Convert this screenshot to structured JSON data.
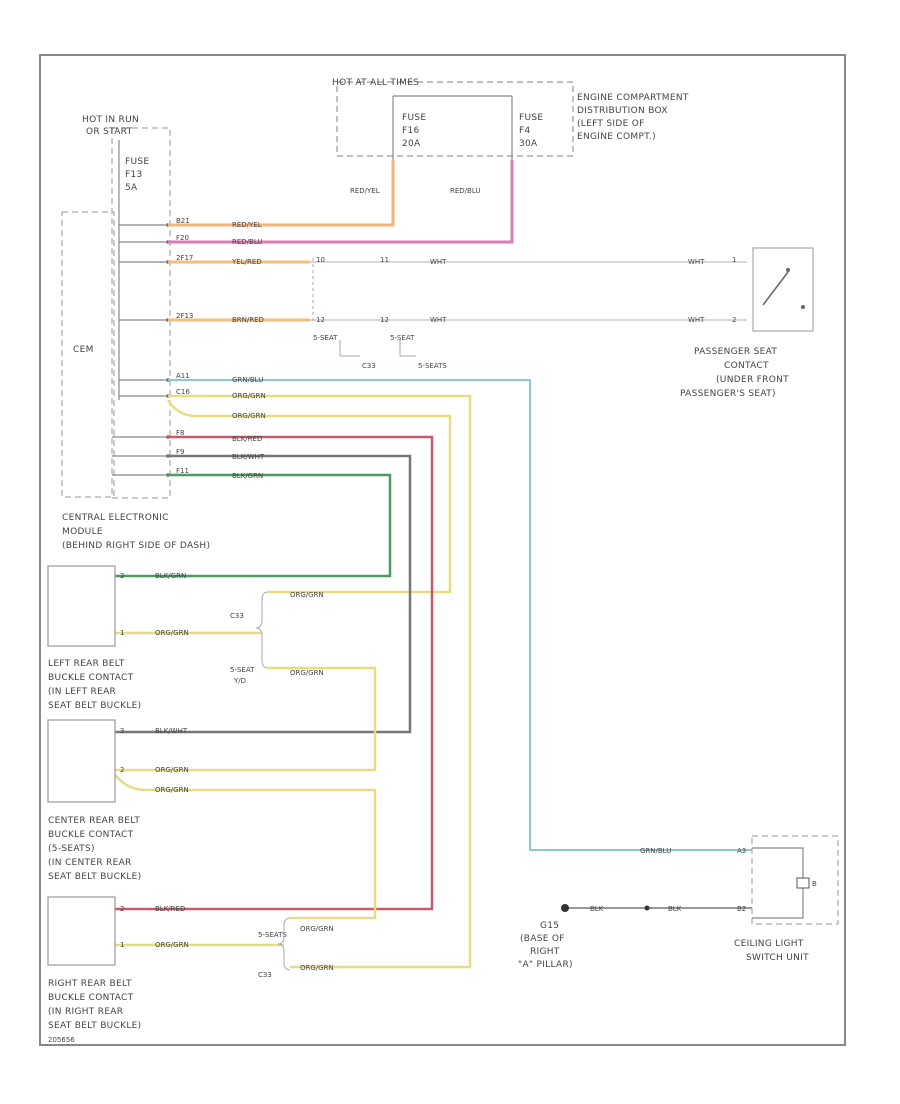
{
  "colors": {
    "red_yel": "#f7b47a",
    "red_blu": "#e07ab8",
    "yel_red": "#f2c07c",
    "brn_red": "#f2bd80",
    "wht": "#cccccc",
    "grn_blu": "#7fbfa3",
    "org_grn": "#e6dc84",
    "blk_red": "#c85a6a",
    "blk_wht": "#777777",
    "blk_grn": "#4c9a62",
    "yel_blu": "#8cc7d6",
    "outline": "#888888"
  },
  "components": {
    "hot_in_run": [
      "HOT IN RUN",
      "OR START"
    ],
    "fuse_f13": [
      "FUSE",
      "F13",
      "5A"
    ],
    "cem_box": "CEM",
    "cem_caption": [
      "CENTRAL ELECTRONIC",
      "MODULE",
      "(BEHIND RIGHT SIDE OF DASH)"
    ],
    "hot_at_all_times": "HOT AT ALL TIMES",
    "fuse_f16": [
      "FUSE",
      "F16",
      "20A"
    ],
    "fuse_f4": [
      "FUSE",
      "F4",
      "30A"
    ],
    "engine_box": [
      "ENGINE COMPARTMENT",
      "DISTRIBUTION BOX",
      "(LEFT SIDE OF",
      "ENGINE COMPT.)"
    ],
    "passenger_seat": [
      "PASSENGER SEAT",
      "CONTACT",
      "(UNDER FRONT",
      "PASSENGER'S SEAT)"
    ],
    "left_rear": [
      "LEFT REAR BELT",
      "BUCKLE CONTACT",
      "(IN LEFT REAR",
      "SEAT BELT BUCKLE)"
    ],
    "center_rear": [
      "CENTER REAR BELT",
      "BUCKLE CONTACT",
      "(5-SEATS)",
      "(IN CENTER REAR",
      "SEAT BELT BUCKLE)"
    ],
    "right_rear": [
      "RIGHT REAR BELT",
      "BUCKLE CONTACT",
      "(IN RIGHT REAR",
      "SEAT BELT BUCKLE)"
    ],
    "ground_g15": [
      "G15",
      "(BASE OF",
      "RIGHT",
      "\"A\" PILLAR)"
    ],
    "ceiling_light": [
      "CEILING LIGHT",
      "SWITCH UNIT"
    ]
  },
  "wire_labels": {
    "red_yel": "RED/YEL",
    "red_blu": "RED/BLU",
    "yel_red": "YEL/RED",
    "brn_red": "BRN/RED",
    "wht": "WHT",
    "grn_blu": "GRN/BLU",
    "org_grn": "ORG/GRN",
    "blk_red": "BLK/RED",
    "blk_wht": "BLK/WHT",
    "blk_grn": "BLK/GRN",
    "blk": "BLK",
    "yel_blu": "GRN/BLU"
  },
  "cem_pins": [
    "B21",
    "F20",
    "2F17",
    "2F13",
    "A11",
    "C16",
    "F8",
    "F9",
    "F11"
  ],
  "splices": {
    "s5wt_a": "5-SEAT",
    "s5wt_b": "5-SEAT",
    "c33_a": "C33",
    "s5wt_c": "5-SEATS",
    "c33_b": "C33",
    "s5wt_d": "5-SEAT",
    "s5wt_d2": "Y/D",
    "c33_c": "C33",
    "s5wt_e": "5-SEATS"
  },
  "connector_pins": {
    "p10": "10",
    "p11": "11",
    "p12": "12",
    "p1": "1",
    "p2": "2",
    "p_a3": "A3",
    "p_b2": "B2",
    "p_2": "2",
    "p_1": "1",
    "p_3": "3",
    "p_ground": "B"
  },
  "footer_code": "205656"
}
